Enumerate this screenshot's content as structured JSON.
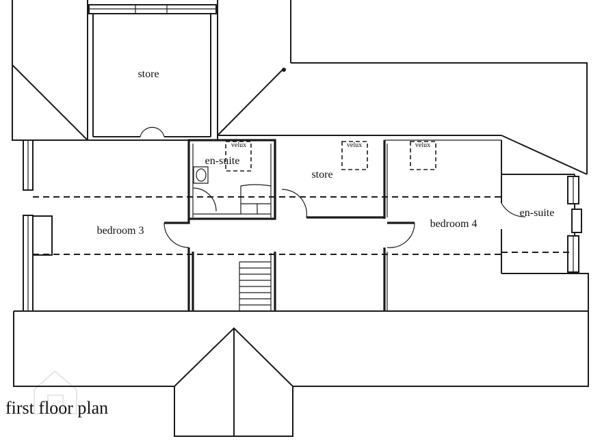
{
  "plan": {
    "title": "first floor plan",
    "rooms": {
      "store_top": "store",
      "ensuite_left": "en-suite",
      "store_mid": "store",
      "bedroom3": "bedroom 3",
      "bedroom4": "bedroom 4",
      "ensuite_right": "en-suite"
    },
    "skylights": [
      "velux",
      "velux",
      "velux"
    ]
  }
}
